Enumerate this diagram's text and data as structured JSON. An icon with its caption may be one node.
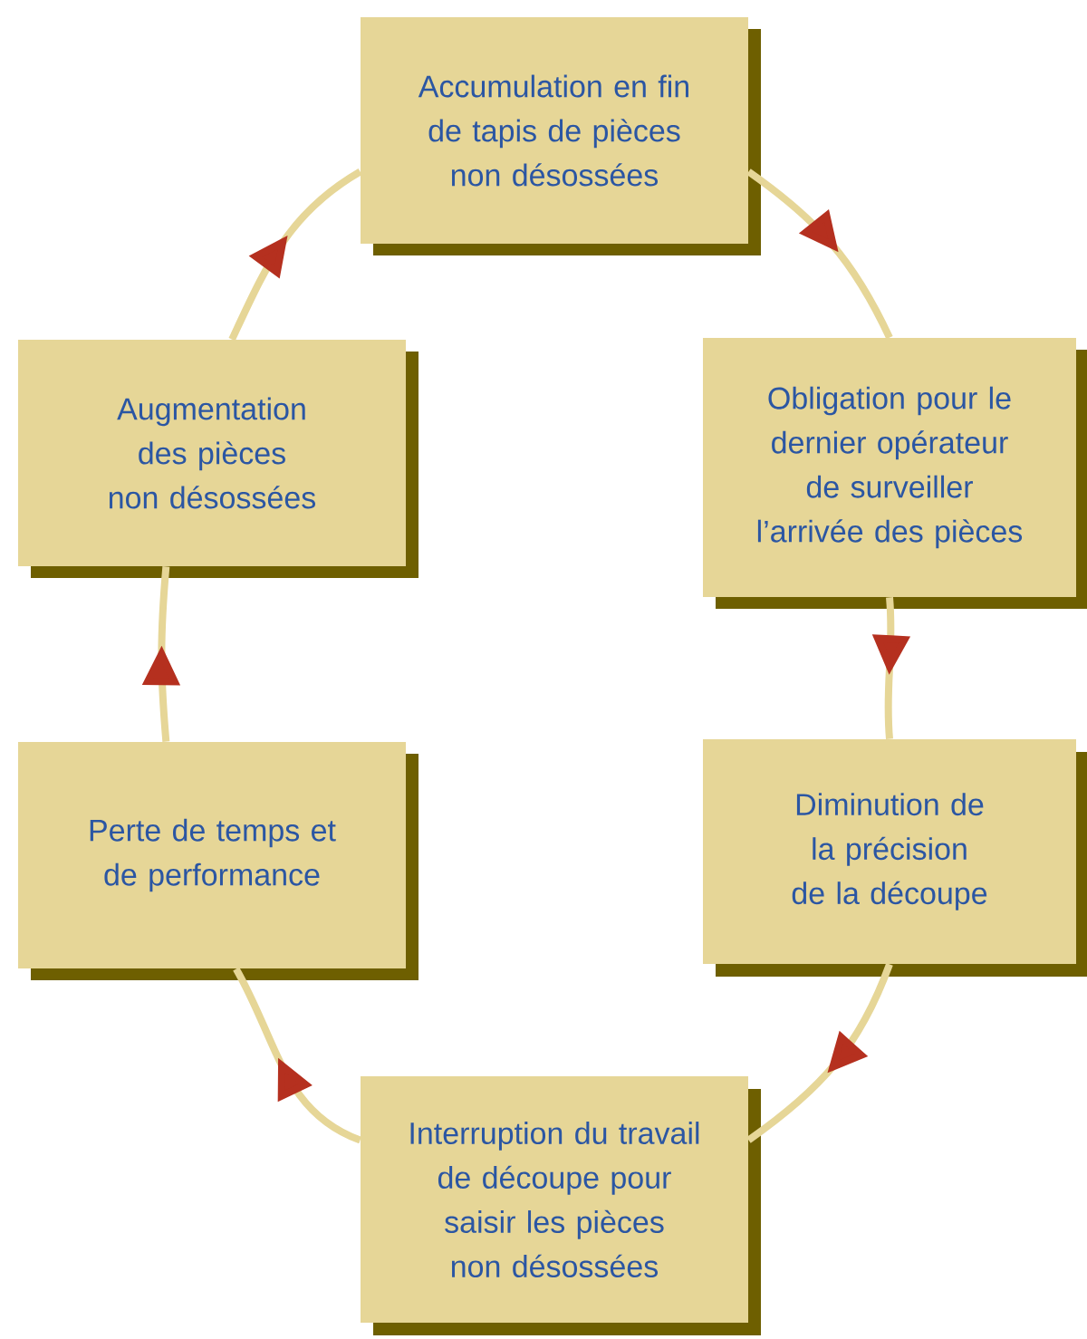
{
  "diagram": {
    "nodes": [
      {
        "text": [
          "Accumulation en fin de tapis de pièces non désossées"
        ]
      },
      {
        "text": [
          "Augmentation des pièces non désossées"
        ]
      },
      {
        "text": [
          "Obligation pour le dernier opérateur de surveiller l’arrivée des pièces"
        ]
      },
      {
        "text": [
          "Perte de temps et de performance"
        ]
      },
      {
        "text": [
          "Diminution de la précision de la découpe"
        ]
      },
      {
        "text": [
          "Interruption du travail de découpe pour saisir les pièces non désossées"
        ]
      }
    ],
    "edges": [
      {
        "from": 0,
        "to": 2,
        "arrow": "to"
      },
      {
        "from": 2,
        "to": 4,
        "arrow": "to"
      },
      {
        "from": 4,
        "to": 5,
        "arrow": "to"
      },
      {
        "from": 5,
        "to": 3,
        "arrow": "to"
      },
      {
        "from": 3,
        "to": 1,
        "arrow": "to"
      },
      {
        "from": 1,
        "to": 0,
        "arrow": "to"
      }
    ]
  }
}
